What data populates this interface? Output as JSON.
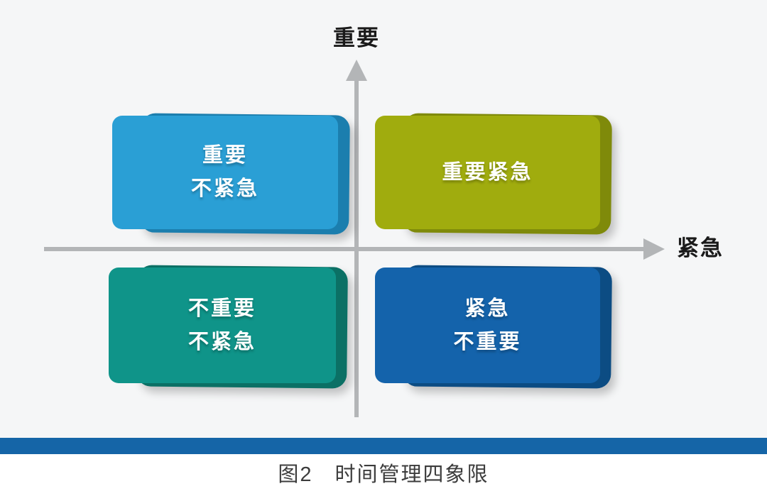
{
  "figure": {
    "axis": {
      "y_label": "重要",
      "x_label": "紧急"
    },
    "quadrants": [
      {
        "position": "top-left",
        "name": "important-not-urgent",
        "label_lines": [
          "重要",
          "不紧急"
        ],
        "fill": "#2A9FD5",
        "side": "#1B7EAE"
      },
      {
        "position": "top-right",
        "name": "important-urgent",
        "label_lines": [
          "重要紧急"
        ],
        "fill": "#A0AC0E",
        "side": "#7F8A0A"
      },
      {
        "position": "bottom-left",
        "name": "not-important-not-urgent",
        "label_lines": [
          "不重要",
          "不紧急"
        ],
        "fill": "#0F9489",
        "side": "#0B7065"
      },
      {
        "position": "bottom-right",
        "name": "urgent-not-important",
        "label_lines": [
          "紧急",
          "不重要"
        ],
        "fill": "#1463AB",
        "side": "#0C4C83"
      }
    ],
    "caption": "图2　时间管理四象限",
    "colors": {
      "background": "#F5F6F7",
      "axis": "#B3B5B7",
      "divider_bar": "#1565A7",
      "axis_label_text": "#1A1A1A",
      "caption_text": "#3C3C3C",
      "quadrant_text": "#FFFFFF"
    }
  }
}
